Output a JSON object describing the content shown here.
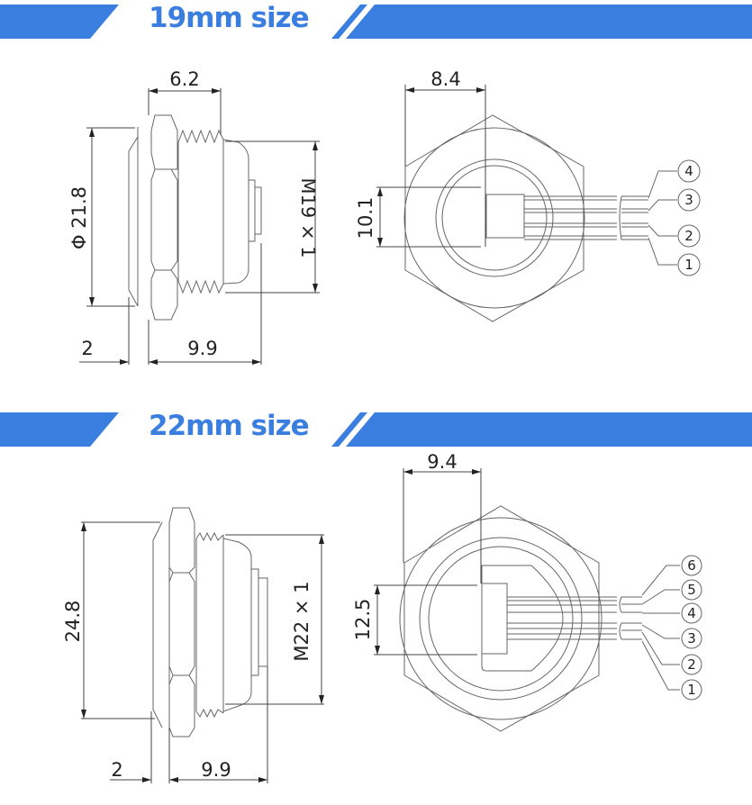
{
  "colors": {
    "accent": "#3a7fe0",
    "line": "#555555",
    "text": "#222222"
  },
  "sections": [
    {
      "title": "19mm size",
      "side_view": {
        "dim_top": "6.2",
        "dim_height": "Φ 21.8",
        "dim_thread": "M19 × 1",
        "dim_bottom_left": "2",
        "dim_bottom_right": "9.9"
      },
      "front_view": {
        "dim_top": "8.4",
        "dim_height": "10.1",
        "pins": [
          "4",
          "3",
          "2",
          "1"
        ]
      }
    },
    {
      "title": "22mm size",
      "side_view": {
        "dim_height": "24.8",
        "dim_thread": "M22 × 1",
        "dim_bottom_left": "2",
        "dim_bottom_right": "9.9"
      },
      "front_view": {
        "dim_top": "9.4",
        "dim_height": "12.5",
        "pins": [
          "6",
          "5",
          "4",
          "3",
          "2",
          "1"
        ]
      }
    }
  ]
}
